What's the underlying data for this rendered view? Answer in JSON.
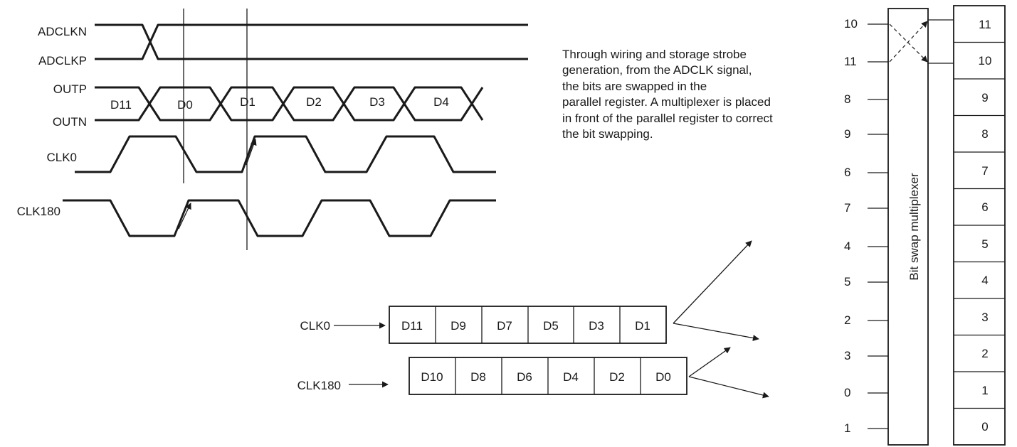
{
  "timing": {
    "adclkn": "ADCLKN",
    "adclkp": "ADCLKP",
    "outp": "OUTP",
    "outn": "OUTN",
    "clk0": "CLK0",
    "clk180": "CLK180",
    "bits": [
      "D11",
      "D0",
      "D1",
      "D2",
      "D3",
      "D4"
    ]
  },
  "note": {
    "lines": [
      "Through wiring and storage strobe",
      "generation, from the ADCLK signal,",
      "the bits are swapped in the",
      "parallel register. A multiplexer is placed",
      "in front of the parallel register to correct",
      "the bit swapping."
    ]
  },
  "registers": {
    "clk0_label": "CLK0",
    "clk180_label": "CLK180",
    "clk0_cells": [
      "D11",
      "D9",
      "D7",
      "D5",
      "D3",
      "D1"
    ],
    "clk180_cells": [
      "D10",
      "D8",
      "D6",
      "D4",
      "D2",
      "D0"
    ]
  },
  "mux": {
    "label": "Bit swap multiplexer",
    "inputs": [
      "10",
      "11",
      "8",
      "9",
      "6",
      "7",
      "4",
      "5",
      "2",
      "3",
      "0",
      "1"
    ],
    "outputs": [
      "11",
      "10",
      "9",
      "8",
      "7",
      "6",
      "5",
      "4",
      "3",
      "2",
      "1",
      "0"
    ]
  }
}
